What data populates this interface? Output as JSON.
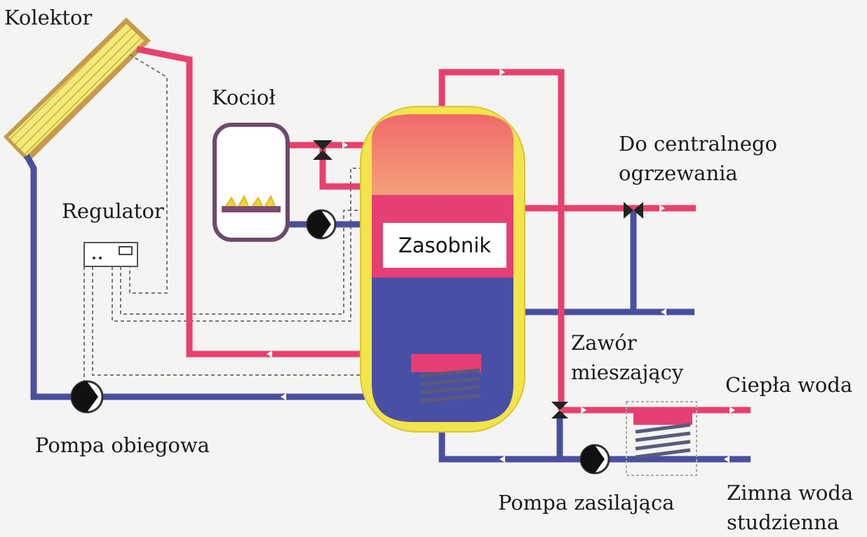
{
  "labels": {
    "kolektor": "Kolektor",
    "kociol": "Kocioł",
    "regulator": "Regulator",
    "zasobnik": "Zasobnik",
    "co_line1": "Do centralnego",
    "co_line2": "ogrzewania",
    "zawor_line1": "Zawór",
    "zawor_line2": "mieszający",
    "ciepla_woda": "Ciepła woda",
    "pompa_obiegowa": "Pompa obiegowa",
    "pompa_zasilajaca": "Pompa zasilająca",
    "zimna_line1": "Zimna woda",
    "zimna_line2": "studzienna"
  },
  "colors": {
    "hot_pipe": "#e8406f",
    "cold_pipe": "#4a4f9e",
    "tank_shell": "#f2e44a",
    "tank_top": "#f28a6e",
    "tank_middle": "#e63f73",
    "tank_bottom": "#4a4fa6",
    "collector": "#f0e06a",
    "control_wire": "#777777"
  }
}
